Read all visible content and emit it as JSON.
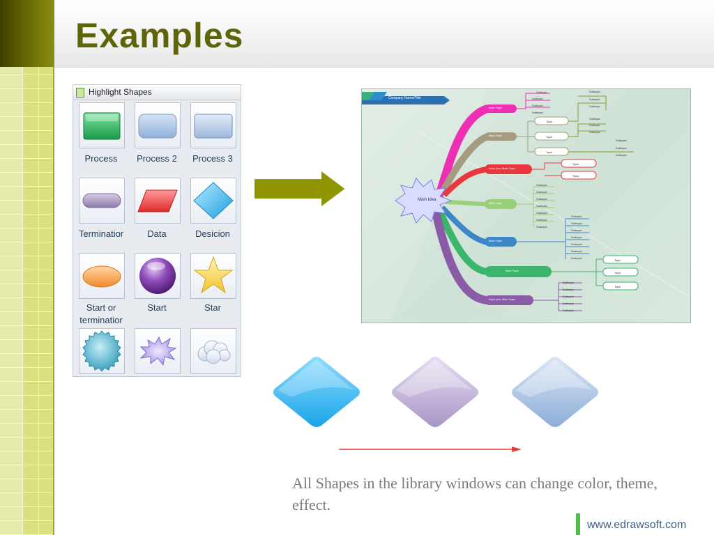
{
  "slide": {
    "title": "Examples",
    "caption": "All Shapes in the library windows can change color, theme, effect.",
    "footer_url": "www.edrawsoft.com"
  },
  "library_panel": {
    "header": "Highlight Shapes",
    "items": [
      {
        "label": "Process",
        "icon": "process-shape-icon"
      },
      {
        "label": "Process 2",
        "icon": "process2-shape-icon"
      },
      {
        "label": "Process 3",
        "icon": "process3-shape-icon"
      },
      {
        "label": "Terminatior",
        "icon": "terminator-shape-icon"
      },
      {
        "label": "Data",
        "icon": "data-shape-icon"
      },
      {
        "label": "Desicion",
        "icon": "decision-shape-icon"
      },
      {
        "label": "Start or terminatior",
        "icon": "start-terminator-shape-icon"
      },
      {
        "label": "Start",
        "icon": "start-sphere-icon"
      },
      {
        "label": "Star",
        "icon": "star-icon"
      },
      {
        "label": "",
        "icon": "seal-shape-icon"
      },
      {
        "label": "",
        "icon": "explosion-shape-icon"
      },
      {
        "label": "",
        "icon": "cloud-shape-icon"
      }
    ]
  },
  "mindmap": {
    "company_title": "Company Name/Title",
    "main_idea": "Main Idea",
    "topics": [
      {
        "label": "Main Topic",
        "color": "#ee2fb4"
      },
      {
        "label": "Main Topic",
        "color": "#a49b80"
      },
      {
        "label": "Input your Main Topic",
        "color": "#e8383d"
      },
      {
        "label": "Main Topic",
        "color": "#9ad07a"
      },
      {
        "label": "Main Topic",
        "color": "#3b87c8"
      },
      {
        "label": "Main Topic",
        "color": "#3cb56c"
      },
      {
        "label": "Input your Main Topic",
        "color": "#8a5ca8"
      }
    ],
    "topic_label": "Topic",
    "subtopic_label": "Subtopic"
  },
  "colors": {
    "title": "#5e6408",
    "arrow": "#8f9600",
    "diamond_blue": "#3ab7ea",
    "diamond_purple": "#c4b4d8",
    "diamond_lightblue": "#a9c2e2",
    "red_arrow": "#e23b3b",
    "footer_accent": "#4cc04a"
  }
}
